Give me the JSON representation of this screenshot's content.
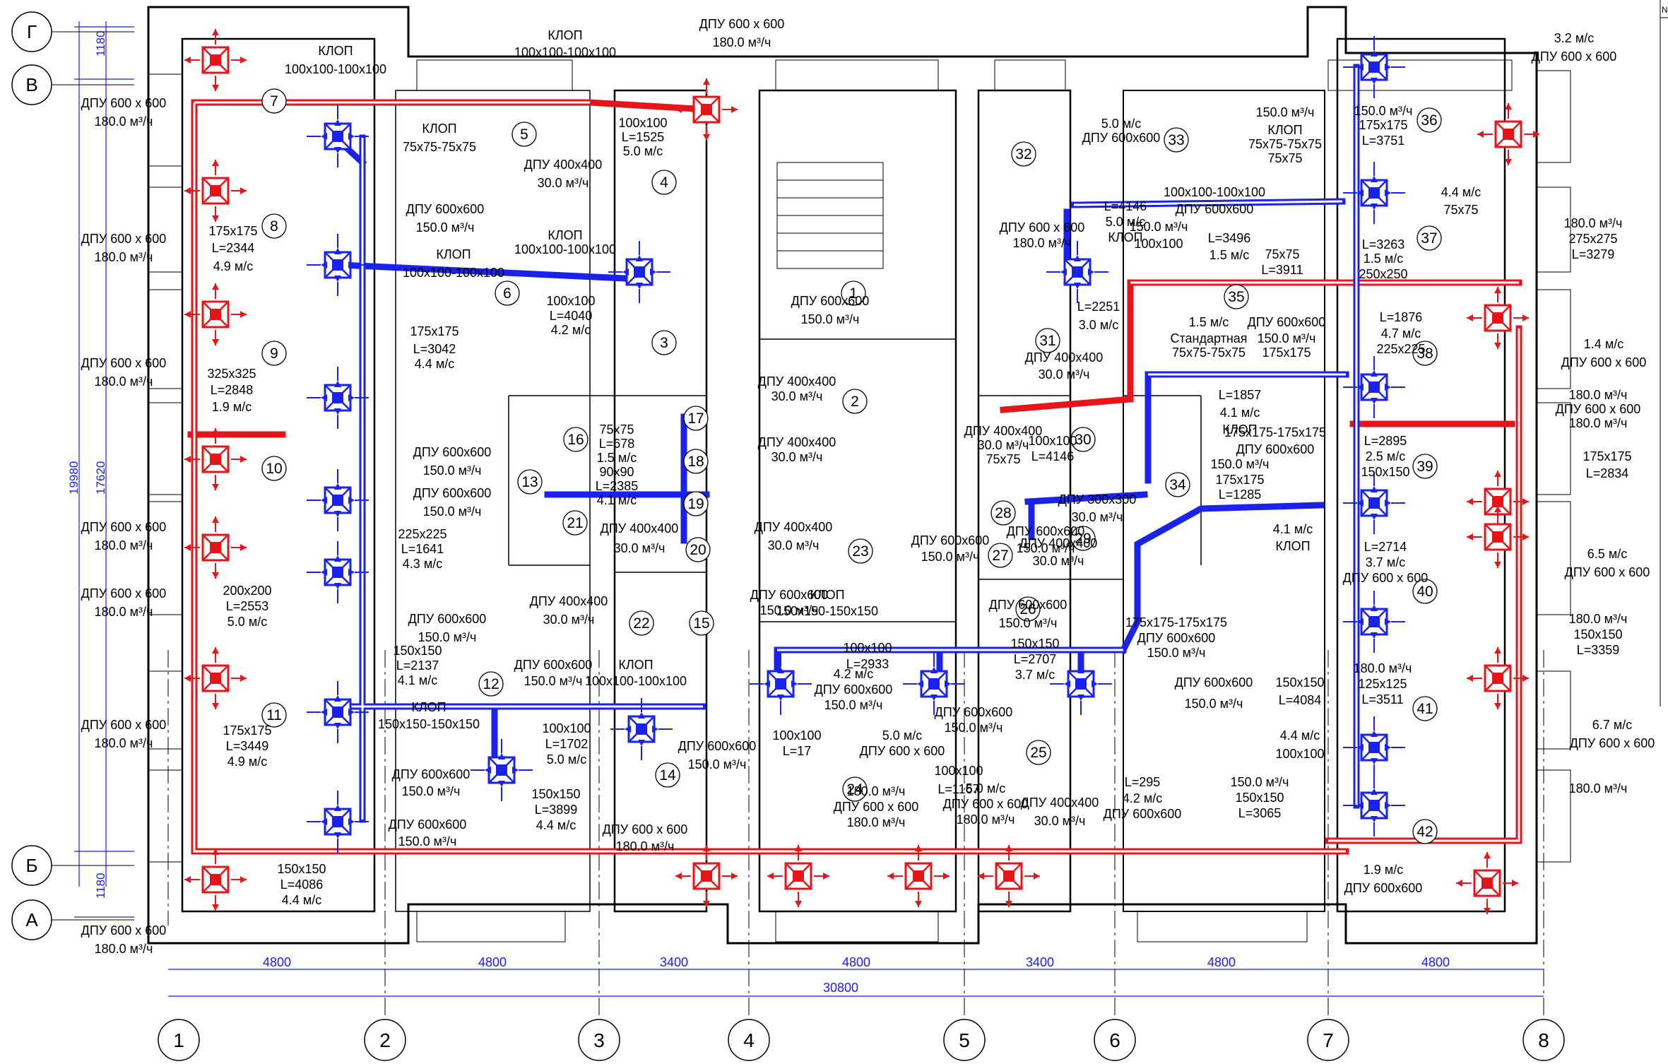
{
  "colors": {
    "supply": "#e8141a",
    "exhaust": "#1a22ee",
    "wall": "#000000",
    "dim": "#1a1aff"
  },
  "axes": {
    "cols": [
      "1",
      "2",
      "3",
      "4",
      "5",
      "6",
      "7",
      "8"
    ],
    "rows": [
      "Г",
      "В",
      "Б",
      "А"
    ],
    "spans": [
      "4800",
      "4800",
      "3400",
      "4800",
      "3400",
      "4800",
      "4800"
    ],
    "total": "30800",
    "left_dims": [
      "1180",
      "19980",
      "17620",
      "1180"
    ]
  },
  "rooms": [
    "1",
    "2",
    "3",
    "4",
    "5",
    "6",
    "7",
    "8",
    "9",
    "10",
    "11",
    "12",
    "13",
    "14",
    "15",
    "16",
    "17",
    "18",
    "19",
    "20",
    "21",
    "22",
    "23",
    "24",
    "25",
    "26",
    "27",
    "28",
    "29",
    "30",
    "31",
    "32",
    "33",
    "34",
    "35",
    "36",
    "37",
    "38",
    "39",
    "40",
    "41",
    "42"
  ],
  "labels": [
    "ДПУ 600 x 600",
    "180.0 м³/ч",
    "ДПУ 600 x 600",
    "180.0 м³/ч",
    "ДПУ 600 x 600",
    "180.0 м³/ч",
    "ДПУ 600 x 600",
    "180.0 м³/ч",
    "ДПУ 600 x 600",
    "180.0 м³/ч",
    "ДПУ 600 x 600",
    "180.0 м³/ч",
    "ДПУ 600 x 600",
    "180.0 м³/ч",
    "КЛОП",
    "100x100-100x100",
    "КЛОП",
    "100x100-100x100",
    "ДПУ 600 x 600",
    "180.0 м³/ч",
    "КЛОП",
    "75x75-75x75",
    "ДПУ 400x400",
    "30.0 м³/ч",
    "100x100",
    "L=1525",
    "5.0 м/с",
    "175x175",
    "L=2344",
    "4.9 м/с",
    "ДПУ 600x600",
    "150.0 м³/ч",
    "КЛОП",
    "100x100-100x100",
    "КЛОП",
    "100x100-100x100",
    "100x100",
    "L=4040",
    "4.2 м/с",
    "ДПУ 600x600",
    "150.0 м³/ч",
    "175x175",
    "L=3042",
    "4.4 м/с",
    "325x325",
    "L=2848",
    "1.9 м/с",
    "ДПУ 600x600",
    "150.0 м³/ч",
    "ДПУ 600x600",
    "150.0 м³/ч",
    "225x225",
    "L=1641",
    "4.3 м/с",
    "200x200",
    "L=2553",
    "5.0 м/с",
    "ДПУ 600x600",
    "150.0 м³/ч",
    "150x150",
    "L=2137",
    "4.1 м/с",
    "КЛОП",
    "150x150-150x150",
    "175x175",
    "L=3449",
    "4.9 м/с",
    "ДПУ 600x600",
    "150.0 м³/ч",
    "ДПУ 600x600",
    "150.0 м³/ч",
    "150x150",
    "L=4086",
    "4.4 м/с",
    "ДПУ 400x400",
    "30.0 м³/ч",
    "ДПУ 600x600",
    "150.0 м³/ч",
    "КЛОП",
    "100x100-100x100",
    "100x100",
    "L=1702",
    "5.0 м/с",
    "150x150",
    "L=3899",
    "4.4 м/с",
    "ДПУ 600 x 600",
    "180.0 м³/ч",
    "ДПУ 600x600",
    "150.0 м³/ч",
    "75x75",
    "L=678",
    "1.5 м/с",
    "90x90",
    "L=2385",
    "4.1 м/с",
    "ДПУ 400x400",
    "30.0 м³/ч",
    "ДПУ 400x400",
    "30.0 м³/ч",
    "ДПУ 400x400",
    "30.0 м³/ч",
    "ДПУ 400x400",
    "30.0 м³/ч",
    "ДПУ 600x600",
    "150.0 м³/ч",
    "ДПУ 600x600",
    "150.0 м³/ч",
    "КЛОП",
    "150x150-150x150",
    "100x100",
    "L=2933",
    "4.2 м/с",
    "ДПУ 600x600",
    "150.0 м³/ч",
    "100x100",
    "L=17",
    "5.0 м/с",
    "ДПУ 600 x 600",
    "180.0 м³/ч",
    "ДПУ 600 x 600",
    "180.0 м³/ч",
    "100x100",
    "L=1167",
    "5.0 м/с",
    "ДПУ 600 x 600",
    "180.0 м³/ч",
    "ДПУ 400x400",
    "30.0 м³/ч",
    "ДПУ 600x600",
    "150.0 м³/ч",
    "ДПУ 600x600",
    "150.0 м³/ч",
    "ДПУ 300x300",
    "30.0 м³/ч",
    "ДПУ 400x400",
    "30.0 м³/ч",
    "75x75",
    "L=2251",
    "3.0 м/с",
    "ДПУ 400x400",
    "30.0 м³/ч",
    "ДПУ 400x400",
    "30.0 м³/ч",
    "150x150",
    "L=2707",
    "3.7 м/с",
    "ДПУ 600x600",
    "150.0 м³/ч",
    "ДПУ 600 x 600",
    "180.0 м³/ч",
    "100x100",
    "L=4146",
    "5.0 м/с",
    "ДПУ 600x600",
    "150.0 м³/ч",
    "100x100",
    "L=4146",
    "5.0 м/с",
    "КЛОП",
    "100x100-100x100",
    "ДПУ 600x600",
    "150.0 м³/ч",
    "КЛОП",
    "75x75-75x75",
    "75x75",
    "L=3496",
    "1.5 м/с",
    "75x75",
    "L=3911",
    "1.5 м/с",
    "Стандартная",
    "75x75-75x75",
    "ДПУ 600x600",
    "150.0 м³/ч",
    "175x175",
    "L=1857",
    "4.1 м/с",
    "КЛОП",
    "175x175-175x175",
    "ДПУ 600x600",
    "150.0 м³/ч",
    "175x175",
    "L=1285",
    "4.1 м/с",
    "КЛОП",
    "175x175-175x175",
    "ДПУ 600x600",
    "150.0 м³/ч",
    "ДПУ 600x600",
    "150.0 м³/ч",
    "150x150",
    "L=4084",
    "4.4 м/с",
    "100x100",
    "L=295",
    "4.2 м/с",
    "ДПУ 600x600",
    "150.0 м³/ч",
    "150x150",
    "L=3065",
    "1.9 м/с",
    "ДПУ 600x600",
    "150.0 м³/ч",
    "175x175",
    "L=3751",
    "4.4 м/с",
    "75x75",
    "L=3263",
    "1.5 м/с",
    "250x250",
    "L=1876",
    "4.7 м/с",
    "225x225",
    "L=2895",
    "2.5 м/с",
    "150x150",
    "L=2714",
    "3.7 м/с",
    "ДПУ 600 x 600",
    "180.0 м³/ч",
    "125x125",
    "L=3511",
    "3.2 м/с",
    "ДПУ 600 x 600",
    "180.0 м³/ч",
    "275x275",
    "L=3279",
    "1.4 м/с",
    "ДПУ 600 x 600",
    "180.0 м³/ч",
    "ДПУ 600 x 600",
    "180.0 м³/ч",
    "175x175",
    "L=2834",
    "6.5 м/с",
    "ДПУ 600 x 600",
    "180.0 м³/ч",
    "150x150",
    "L=3359",
    "6.7 м/с",
    "ДПУ 600 x 600",
    "180.0 м³/ч"
  ],
  "table": {
    "header": "N"
  }
}
